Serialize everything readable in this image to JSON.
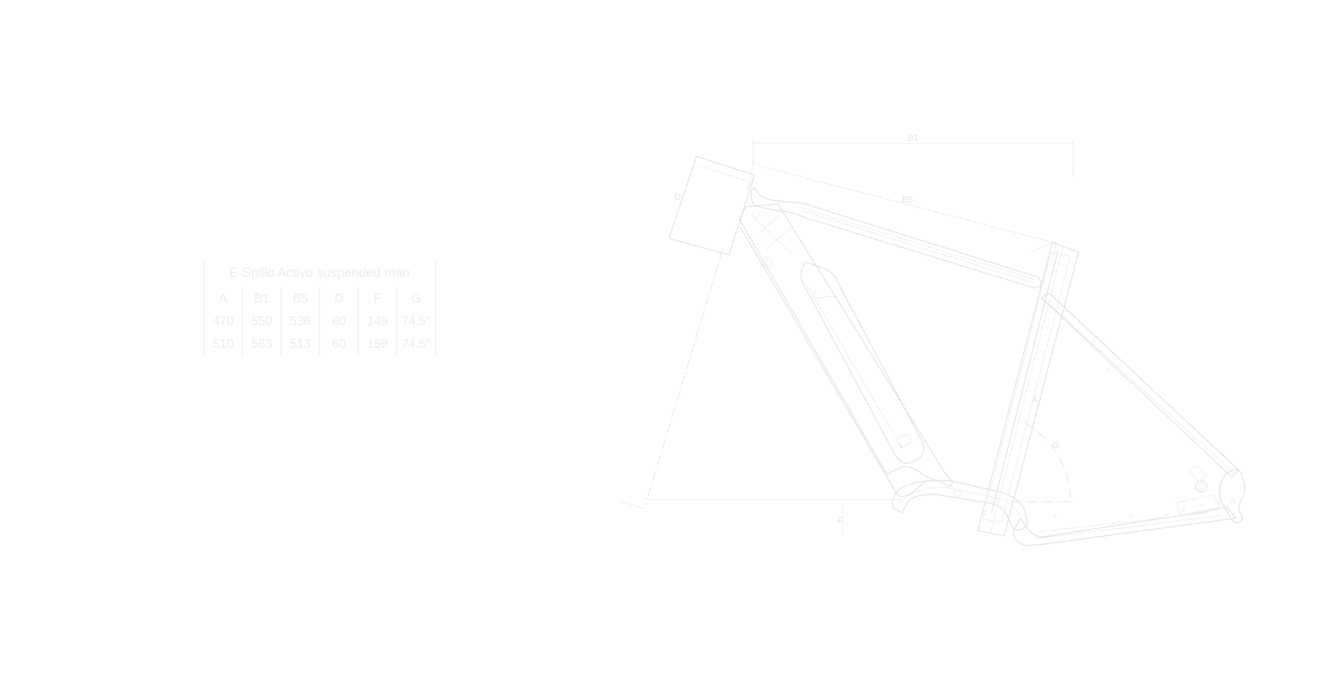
{
  "geometry_table": {
    "title": "E-Spillo Activo suspended man",
    "columns": [
      "A",
      "B1",
      "B5",
      "D",
      "F",
      "G"
    ],
    "rows": [
      [
        "470",
        "550",
        "536",
        "60",
        "149",
        "74,5°"
      ],
      [
        "510",
        "563",
        "513",
        "60",
        "159",
        "74,5°"
      ]
    ]
  },
  "diagram": {
    "labels": {
      "b1": "B1",
      "b5": "B5",
      "a": "A",
      "d": "D",
      "f": "F",
      "g": "G"
    }
  }
}
